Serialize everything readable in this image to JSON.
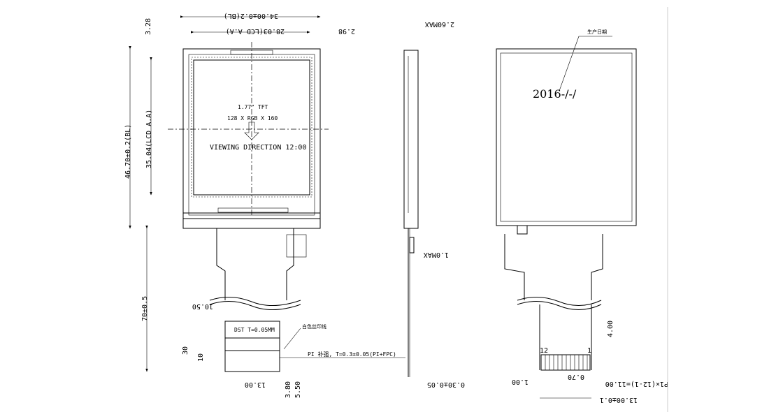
{
  "front_view": {
    "dim_bl_width": "34.00±0.2(BL)",
    "dim_lcd_aa_width": "28.03(LCD A.A)",
    "dim_right_offset": "2.98",
    "dim_top_offset": "3.28",
    "dim_bl_height": "46.70±0.2(BL)",
    "dim_lcd_aa_height": "35.04(LCD A.A)",
    "panel_size": "1.77\" TFT",
    "resolution": "128 X RGB X 160",
    "viewing_direction": "VIEWING DIRECTION 12:00",
    "dim_fpc_length": "70±0.5",
    "dim_fpc_offset": "10.50",
    "dim_30": "30",
    "dim_10": "10",
    "dim_13": "13.00",
    "dim_380": "3.80",
    "dim_550": "5.50",
    "dst_label": "DST T=0.05MM",
    "white_silk_label": "白色丝印线",
    "pi_label": "PI 补强, T=0.3±0.05(PI+FPC)"
  },
  "side_view": {
    "dim_max_thickness": "2.60MAX",
    "dim_component_max": "1.0MAX",
    "dim_fpc_thickness": "0.30±0.05"
  },
  "back_view": {
    "date_label": "生产日期",
    "date_stamp": "2016-/-/",
    "pin_12": "12",
    "pin_1": "1",
    "dim_400": "4.00",
    "dim_070": "0.70",
    "dim_100": "1.00",
    "dim_pitch": "P1×(12-1)=11.00",
    "dim_1300": "13.00±0.1"
  }
}
